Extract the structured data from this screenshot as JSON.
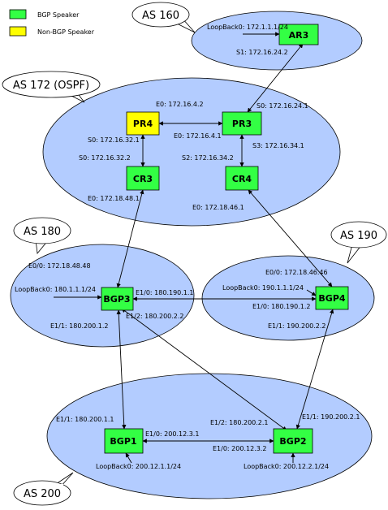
{
  "legend": {
    "bgp_speaker": "BGP Speaker",
    "non_bgp_speaker": "Non-BGP Speaker",
    "bgp_color": "#33ff44",
    "non_bgp_color": "#ffff00"
  },
  "colors": {
    "as_fill": "#b3ccff",
    "router_green": "#33ff44",
    "router_yellow": "#ffff00"
  },
  "as_labels": {
    "as160": "AS 160",
    "as172": "AS 172 (OSPF)",
    "as180": "AS 180",
    "as190": "AS 190",
    "as200": "AS 200"
  },
  "routers": {
    "AR3": "AR3",
    "PR4": "PR4",
    "PR3": "PR3",
    "CR3": "CR3",
    "CR4": "CR4",
    "BGP3": "BGP3",
    "BGP4": "BGP4",
    "BGP1": "BGP1",
    "BGP2": "BGP2"
  },
  "interfaces": {
    "ar3_lo": "LoopBack0: 172.1.1.1/24",
    "ar3_s1": "S1: 172.16.24.2",
    "pr3_s0": "S0: 172.16.24.1",
    "pr4_e0": "E0: 172.16.4.2",
    "pr3_e0": "E0: 172.16.4.1",
    "pr4_s0": "S0: 172.16.32.1",
    "pr3_s3": "S3: 172.16.34.1",
    "cr3_s0": "S0: 172.16.32.2",
    "cr4_s2": "S2: 172.16.34.2",
    "cr3_e0": "E0: 172.18.48.1",
    "cr4_e0": "E0: 172.18.46.1",
    "bgp3_e00": "E0/0: 172.18.48.48",
    "bgp3_lo": "LoopBack0: 180.1.1.1/24",
    "bgp3_e10": "E1/0: 180.190.1.1",
    "bgp3_e12": "E1/2: 180.200.2.2",
    "bgp3_e11": "E1/1: 180.200.1.2",
    "bgp4_e00": "E0/0: 172.18.46.46",
    "bgp4_lo": "LoopBack0: 190.1.1.1/24",
    "bgp4_e10": "E1/0: 180.190.1.2",
    "bgp4_e11": "E1/1: 190.200.2.2",
    "bgp1_e11": "E1/1: 180.200.1.1",
    "bgp1_e10": "E1/0: 200.12.3.1",
    "bgp1_lo": "LoopBack0: 200.12.1.1/24",
    "bgp2_e12": "E1/2: 180.200.2.1",
    "bgp2_e11": "E1/1: 190.200.2.1",
    "bgp2_e10": "E1/0: 200.12.3.2",
    "bgp2_lo": "LoopBack0: 200.12.2.1/24"
  }
}
